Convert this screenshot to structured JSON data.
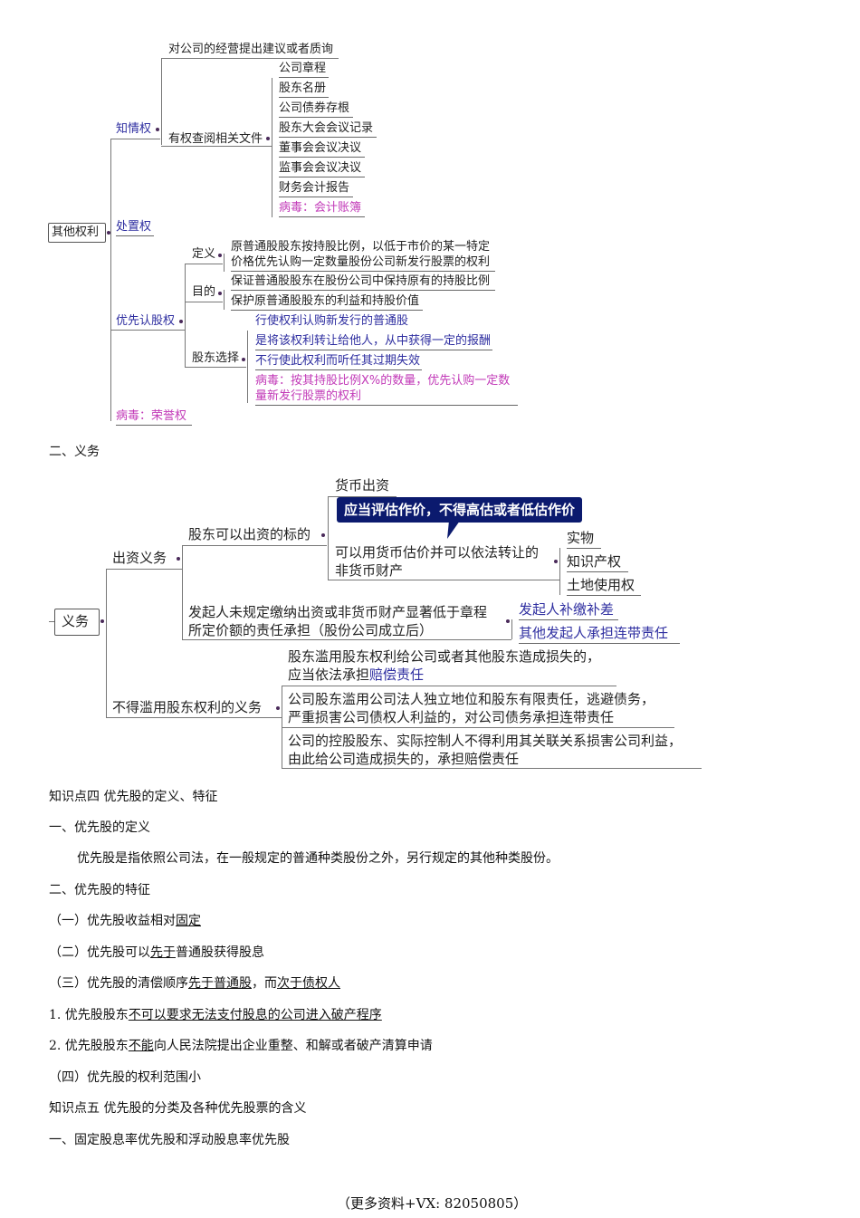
{
  "mindmap_rights": {
    "root": "其他权利",
    "zhiqing": {
      "label": "知情权",
      "suggest": "对公司的经营提出建议或者质询",
      "review_label": "有权查阅相关文件",
      "docs": [
        "公司章程",
        "股东名册",
        "公司债券存根",
        "股东大会会议记录",
        "董事会会议决议",
        "监事会会议决议",
        "财务会计报告"
      ],
      "virus": "病毒：会计账簿"
    },
    "chuzhi": "处置权",
    "youxian": {
      "label": "优先认股权",
      "def_label": "定义",
      "def_line1": "原普通股股东按持股比例，以低于市价的某一特定",
      "def_line2": "价格优先认购一定数量股份公司新发行股票的权利",
      "purpose_label": "目的",
      "purpose": [
        "保证普通股股东在股份公司中保持原有的持股比例",
        "保护原普通股股东的利益和持股价值"
      ],
      "choice_label": "股东选择",
      "choices": [
        "行使权利认购新发行的普通股",
        "是将该权利转让给他人，从中获得一定的报酬",
        "不行使此权利而听任其过期失效"
      ],
      "virus_line1": "病毒：按其持股比例X%的数量，优先认购一定数",
      "virus_line2": "量新发行股票的权利"
    },
    "virus_honor": "病毒：荣誉权"
  },
  "section_obligation": "二、义务",
  "mindmap_duty": {
    "root": "义务",
    "capital": {
      "label": "出资义务",
      "subject_label": "股东可以出资的标的",
      "cash": "货币出资",
      "callout": "应当评估作价，不得高估或者低估作价",
      "noncash_line1": "可以用货币估价并可以依法转让的",
      "noncash_line2": "非货币财产",
      "noncash_items": [
        "实物",
        "知识产权",
        "土地使用权"
      ],
      "promoter_line1": "发起人未规定缴纳出资或非货币财产显著低于章程",
      "promoter_line2": "所定价额的责任承担（股份公司成立后）",
      "promoter_items": [
        "发起人补缴补差",
        "其他发起人承担连带责任"
      ]
    },
    "abuse": {
      "label": "不得滥用股东权利的义务",
      "item1_line1": "股东滥用股东权利给公司或者其他股东造成损失的，",
      "item1_line2_a": "应当依法承担",
      "item1_line2_b": "赔偿责任",
      "item2_line1": "公司股东滥用公司法人独立地位和股东有限责任，逃避债务，",
      "item2_line2": "严重损害公司债权人利益的，对公司债务承担连带责任",
      "item3_line1": "公司的控股股东、实际控制人不得利用其关联关系损害公司利益，",
      "item3_line2": "由此给公司造成损失的，承担赔偿责任"
    }
  },
  "document": {
    "kp4_title": "知识点四 优先股的定义、特征",
    "def_heading": "一、优先股的定义",
    "def_text": "优先股是指依照公司法，在一般规定的普通种类股份之外，另行规定的其他种类股份。",
    "feat_heading": "二、优先股的特征",
    "f1_a": "（一）优先股收益相对",
    "f1_u": "固定",
    "f2_a": "（二）优先股可以",
    "f2_u": "先于",
    "f2_b": "普通股获得股息",
    "f3_a": "（三）优先股的清偿顺序",
    "f3_u1": "先于普通股",
    "f3_b": "，而",
    "f3_u2": "次于债权人",
    "n1_a": "1. 优先股股东",
    "n1_u": "不可以要求无法支付股息的公司进入破产程序",
    "n2_a": "2. 优先股股东",
    "n2_u": "不能",
    "n2_b": "向人民法院提出企业重整、和解或者破产清算申请",
    "f4": "（四）优先股的权利范围小",
    "kp5_title": "知识点五 优先股的分类及各种优先股票的含义",
    "kp5_sub": "一、固定股息率优先股和浮动股息率优先股"
  },
  "footer": "（更多资料+VX:  82050805）"
}
